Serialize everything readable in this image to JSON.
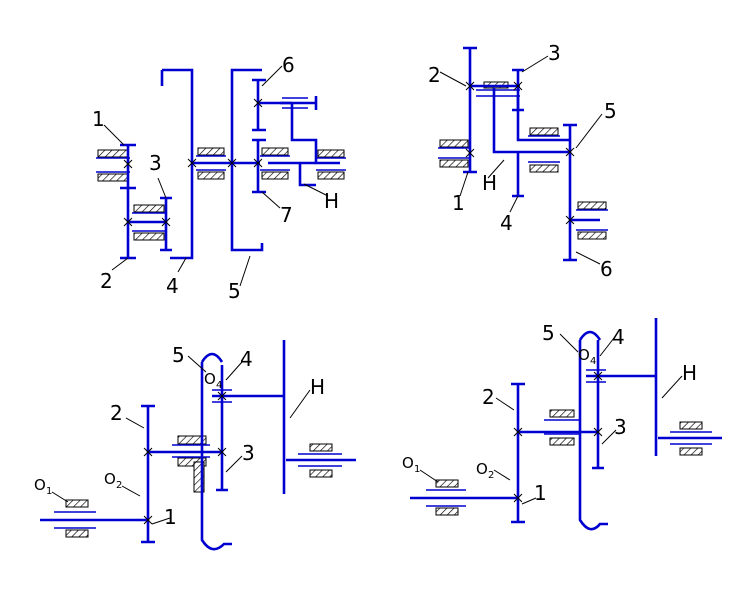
{
  "colors": {
    "lines": "#0000d0",
    "labels": "#000000",
    "background": "#ffffff"
  },
  "schemes": [
    {
      "name": "scheme-top-left",
      "labels": {
        "l1": "1",
        "l2": "2",
        "l3": "3",
        "l4": "4",
        "l5": "5",
        "l6": "6",
        "l7": "7",
        "lH": "H"
      }
    },
    {
      "name": "scheme-top-right",
      "labels": {
        "l1": "1",
        "l2": "2",
        "l3": "3",
        "l4": "4",
        "l5": "5",
        "l6": "6",
        "lH": "H"
      }
    },
    {
      "name": "scheme-bottom-left",
      "labels": {
        "l1": "1",
        "l2": "2",
        "l3": "3",
        "l4": "4",
        "l5": "5",
        "lH": "H",
        "o1": "O",
        "o1sub": "1",
        "o2": "O",
        "o2sub": "2",
        "o4": "O",
        "o4sub": "4"
      }
    },
    {
      "name": "scheme-bottom-right",
      "labels": {
        "l1": "1",
        "l2": "2",
        "l3": "3",
        "l4": "4",
        "l5": "5",
        "lH": "H",
        "o1": "O",
        "o1sub": "1",
        "o2": "O",
        "o2sub": "2",
        "o4": "O",
        "o4sub": "4"
      }
    }
  ]
}
